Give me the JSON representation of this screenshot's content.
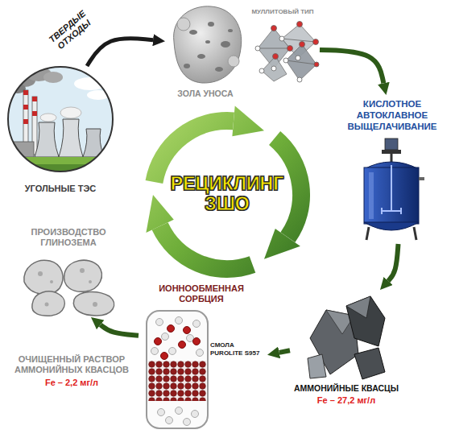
{
  "diagram": {
    "title": "РЕЦИКЛИНГ ЗШО",
    "nodes": [
      {
        "text": [
          "УГОЛЬНЫЕ ТЭС"
        ]
      },
      {
        "text": [
          "ЗОЛА УНОСА"
        ]
      },
      {
        "text": [
          "МУЛЛИТОВЫЙ ТИП"
        ]
      },
      {
        "text": [
          "КИСЛОТНОЕ АВТОКЛАВНОЕ ВЫЩЕЛАЧИВАНИЕ"
        ]
      },
      {
        "text": [
          "АММОНИЙНЫЕ КВАСЦЫ",
          "Fe – 27,2 мг/л"
        ]
      },
      {
        "text": [
          "ИОННООБМЕННАЯ СОРБЦИЯ",
          "СМОЛА PUROLITE S957"
        ]
      },
      {
        "text": [
          "ПРОИЗВОДСТВО ГЛИНОЗЕМА"
        ]
      }
    ],
    "edges": [
      {
        "from": 0,
        "to": 1,
        "arrow": "to",
        "label": "ТВЕРДЫЕ ОТХОДЫ"
      },
      {
        "from": 2,
        "to": 3,
        "arrow": "to"
      },
      {
        "from": 3,
        "to": 4,
        "arrow": "to"
      },
      {
        "from": 4,
        "to": 5,
        "arrow": "to"
      },
      {
        "from": 5,
        "to": 6,
        "arrow": "to"
      }
    ],
    "labels": [
      "ОЧИЩЕННЫЙ РАСТВОР АММОНИЙНЫХ КВАСЦОВ",
      "Fe – 2,2 мг/л"
    ]
  }
}
